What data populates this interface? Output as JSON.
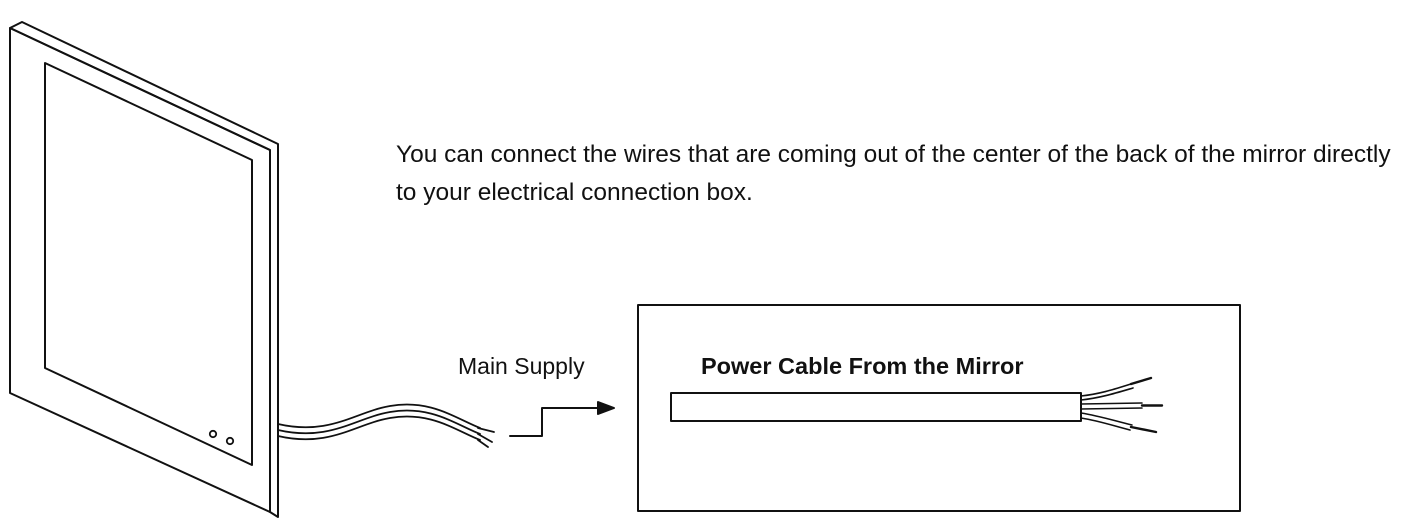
{
  "instruction_text": "You can connect the wires that are coming out of the center of the back of the mirror directly to your electrical connection box.",
  "main_supply_label": "Main Supply",
  "detail_title": "Power Cable From the Mirror",
  "colors": {
    "line": "#111111",
    "background": "#ffffff"
  }
}
